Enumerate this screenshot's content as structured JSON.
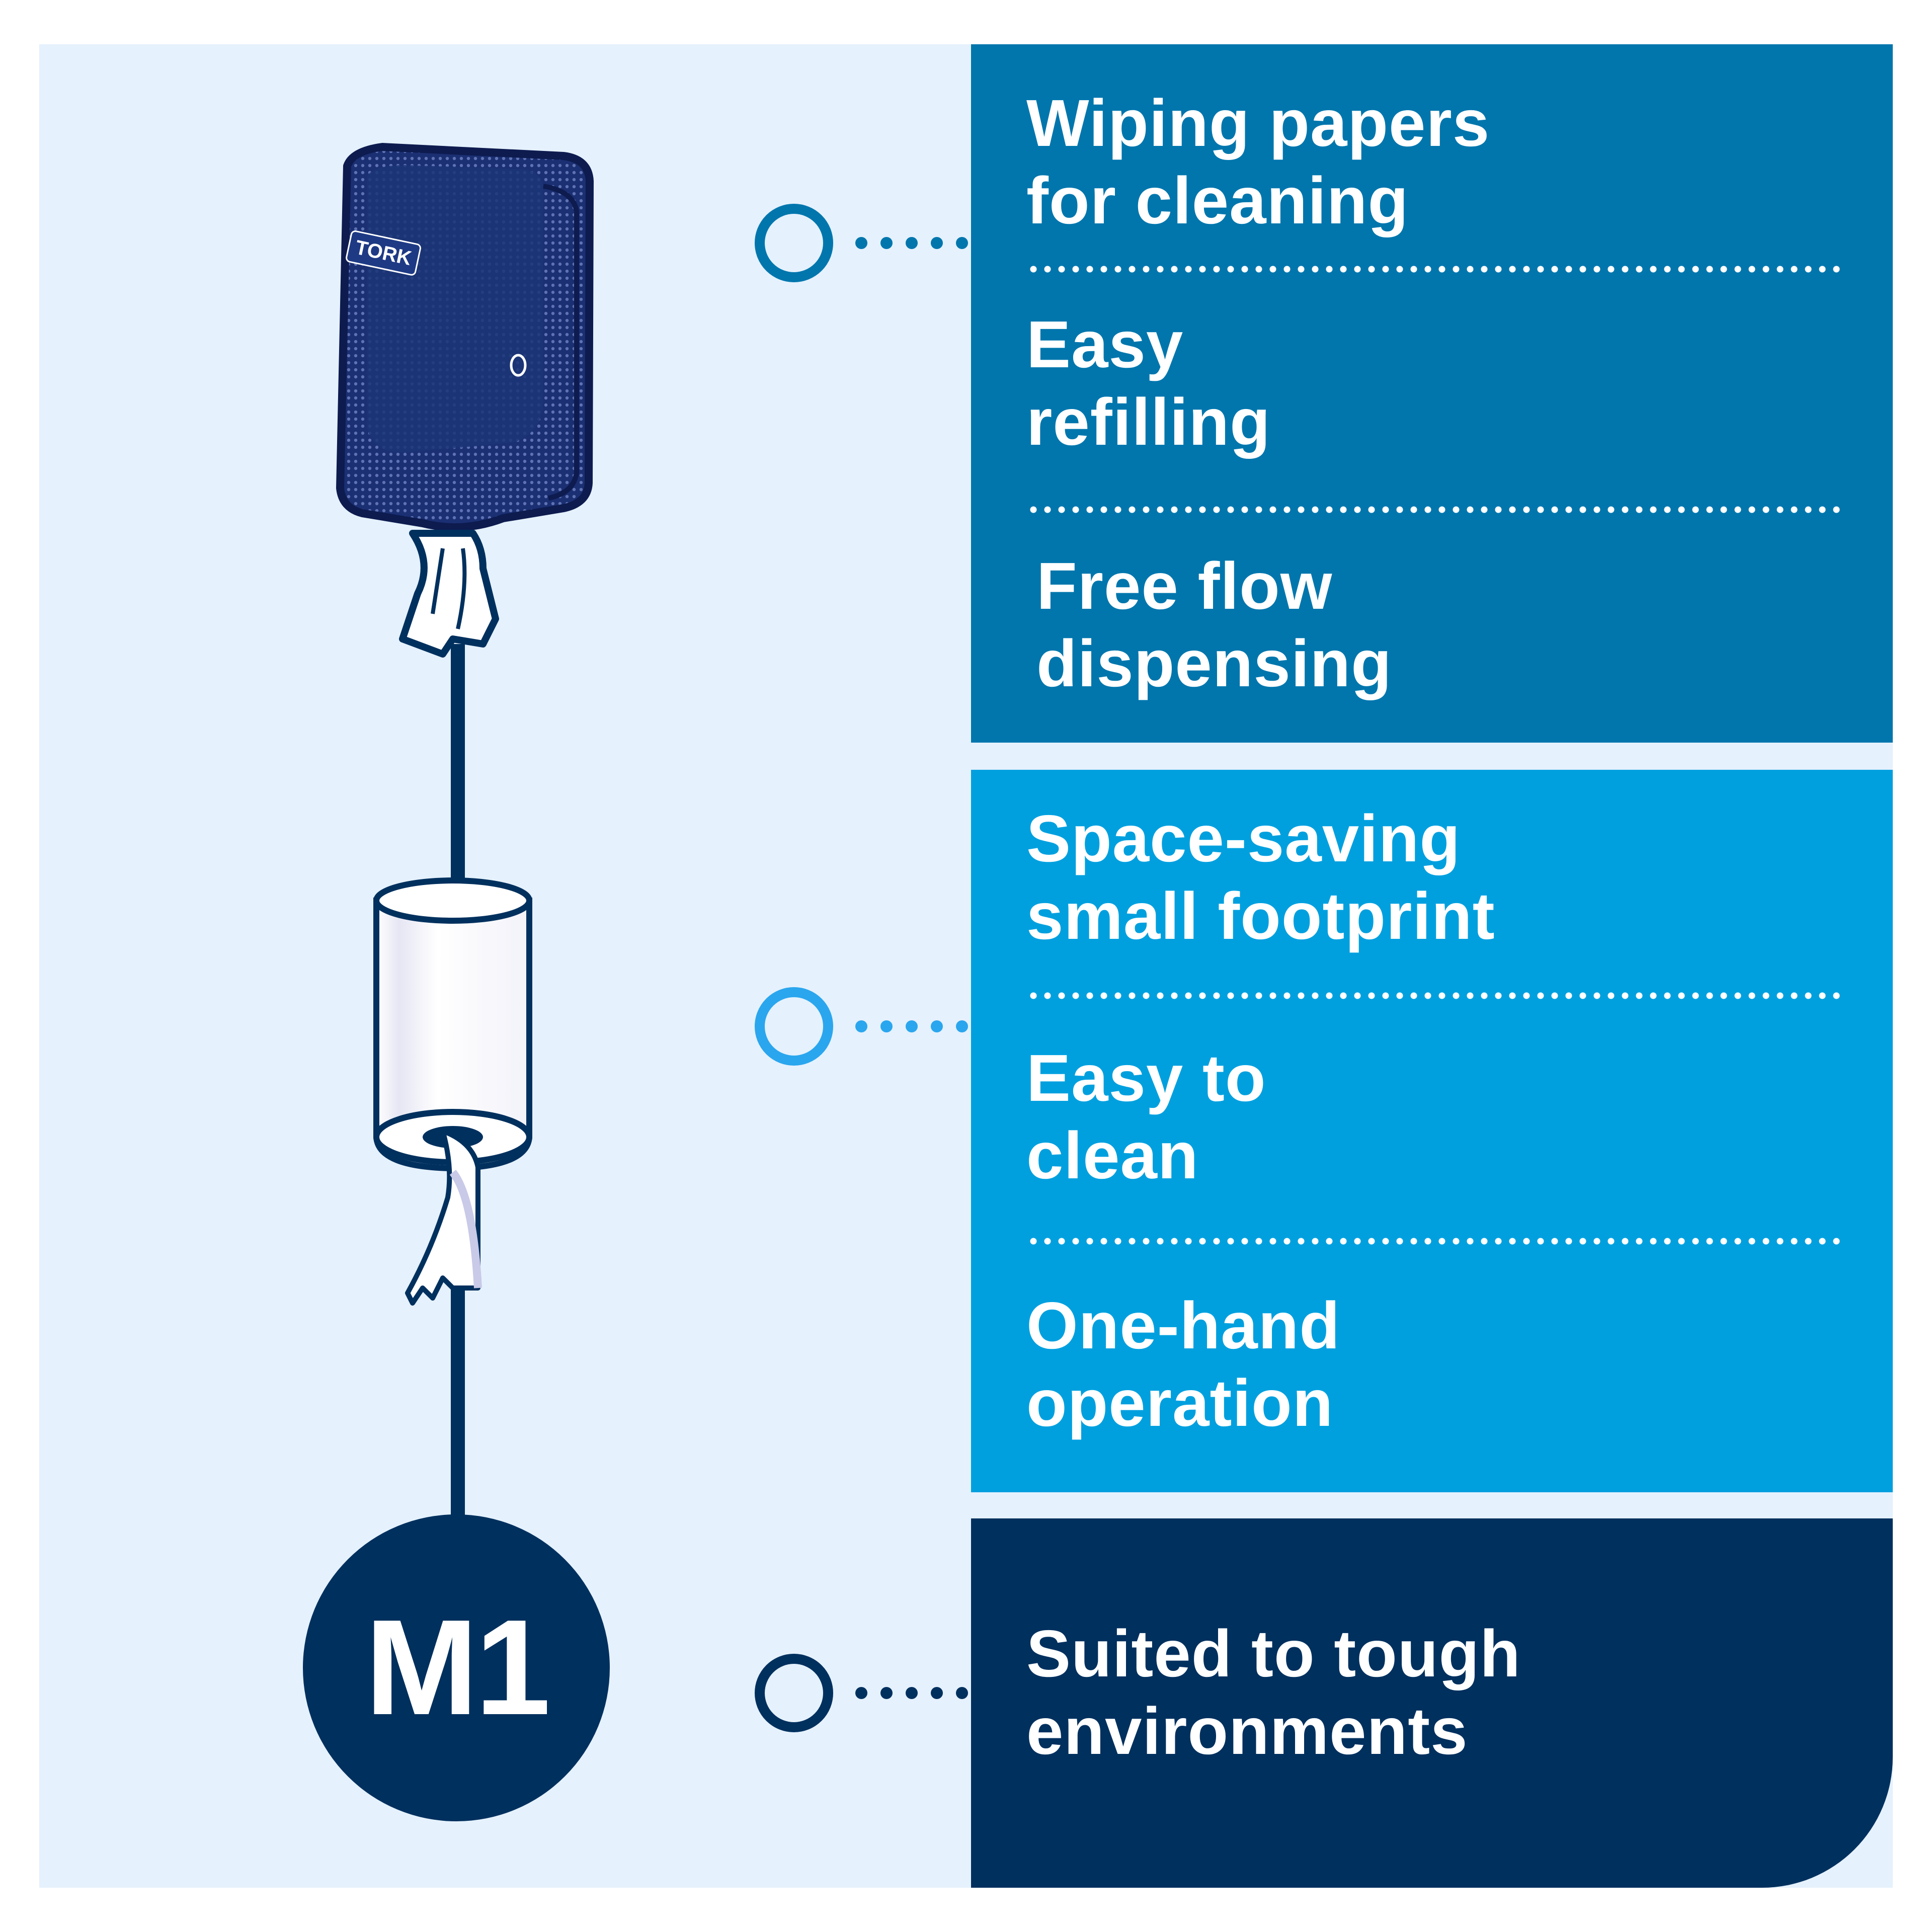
{
  "product": {
    "code": "M1",
    "brand_logo_text": "TORK"
  },
  "feature_groups": [
    {
      "color": "#0076ad",
      "features": [
        "Wiping papers\nfor cleaning",
        "Easy\nrefilling",
        "Free flow\ndispensing"
      ]
    },
    {
      "color": "#00a0df",
      "features": [
        "Space-saving\nsmall footprint",
        "Easy to\nclean",
        "One-hand\noperation"
      ]
    },
    {
      "color": "#00305e",
      "features": [
        "Suited to tough\nenvironments"
      ]
    }
  ],
  "colors": {
    "background_panel": "#e5f1fd",
    "navy": "#00305e",
    "connector_group_1": "#0076ad",
    "connector_group_2": "#2aa6ee",
    "connector_group_3": "#00305e"
  },
  "icons": [
    "paper-towel-dispenser-illustration",
    "paper-roll-illustration"
  ]
}
